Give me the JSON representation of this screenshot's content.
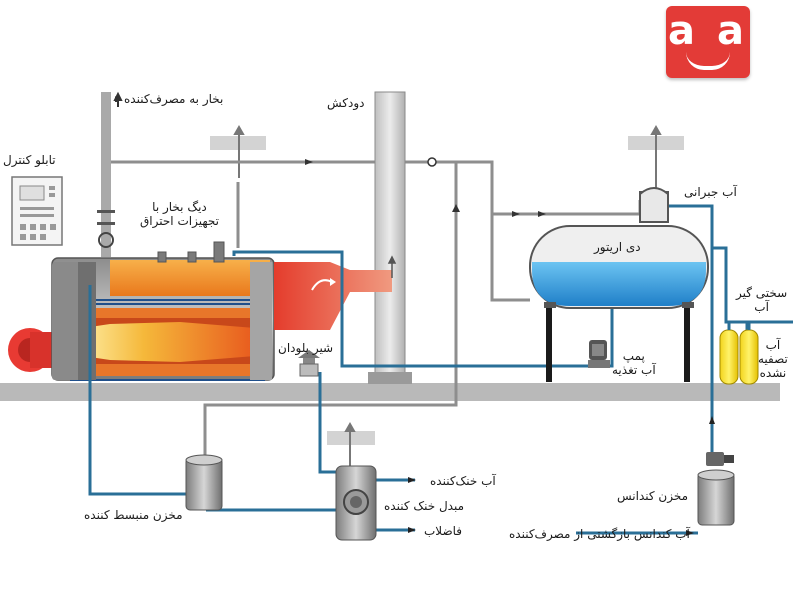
{
  "logo": {
    "text": "a a",
    "color": "#e33b37"
  },
  "labels": {
    "control_panel": "تابلو کنترل",
    "steam_to_consumer": "بخار به مصرف‌کننده",
    "chimney": "دودکش",
    "boiler": "دیگ بخار با\nتجهیزات احتراق",
    "makeup_water": "آب جبرانی",
    "deaerator": "دی اریتور",
    "hardness_remover": "سختی گیر\nآب",
    "untreated_water": "آب\nتصفیه\nنشده",
    "feed_pump": "پمپ\nآب تغذیه",
    "blowdown_valve": "شیر بلودان",
    "cooling_water": "آب خنک‌کننده",
    "cooling_exchanger": "مبدل خنک کننده",
    "drain": "فاضلاب",
    "blowdown_tank": "مخزن منبسط کننده",
    "condensate_tank": "مخزن کندانس",
    "condensate_return": "آب کندانس بازگشتی از مصرف‌کننده"
  },
  "colors": {
    "water_pipe": "#2a6f97",
    "gray_pipe": "#8e8e8e",
    "boiler_orange": "#f08a24",
    "water_blue": "#3aa0e0"
  }
}
